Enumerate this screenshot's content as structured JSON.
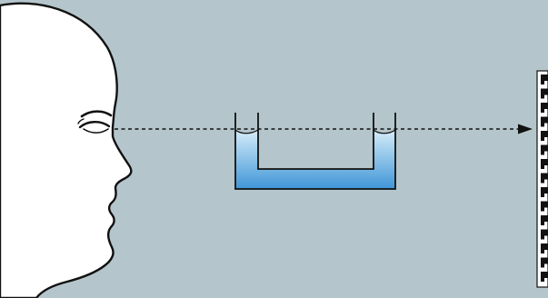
{
  "scene": {
    "background_color": "#b4c6cc",
    "outline_color": "#111111",
    "head_fill": "#ffffff",
    "liquid_color_top": "#d6ecf9",
    "liquid_color_bottom": "#3f96d8",
    "ruler_color": "#ffffff",
    "ruler_marks_color": "#111111"
  },
  "icons": {
    "viewer": "human-head-profile",
    "eye": "eye",
    "line_of_sight": "dashed-arrow",
    "vessel": "u-tube-with-liquid",
    "target": "scale-ruler"
  }
}
